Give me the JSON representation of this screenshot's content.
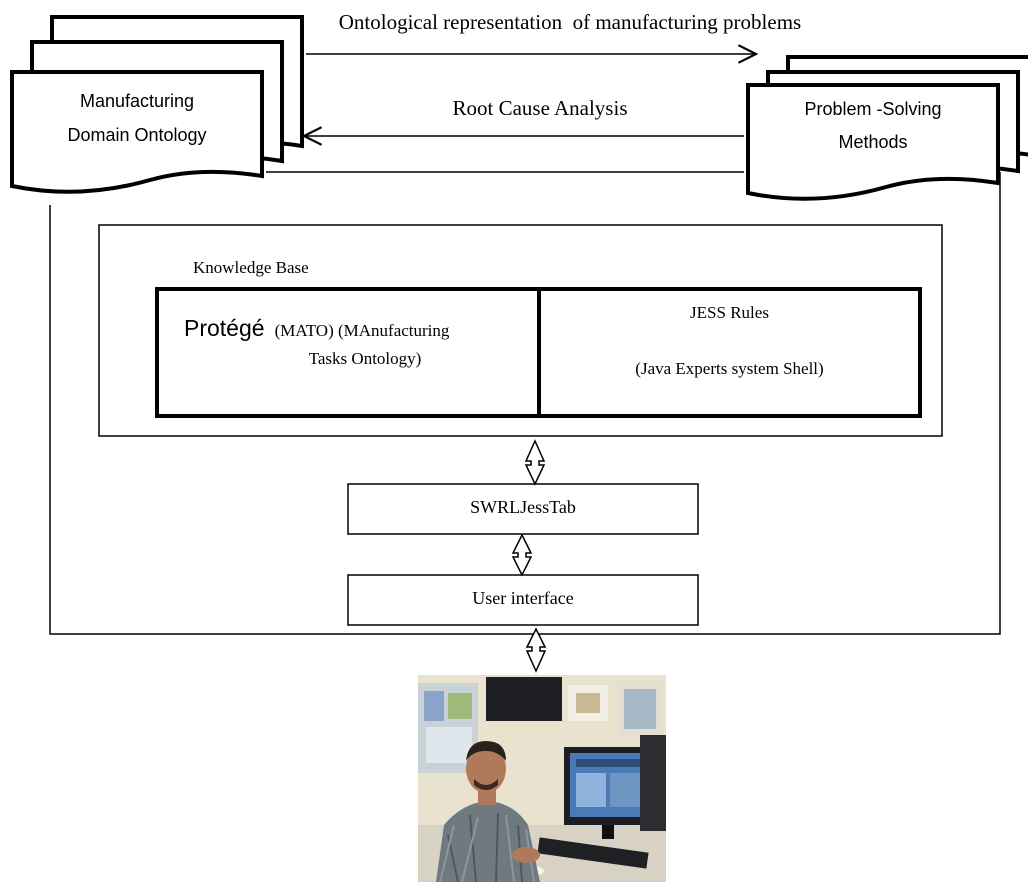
{
  "arrows": {
    "top_label": "Ontological representation  of manufacturing problems",
    "middle_label": "Root Cause Analysis"
  },
  "documents": {
    "left": {
      "line1": "Manufacturing",
      "line2": "Domain Ontology"
    },
    "right": {
      "line1": "Problem -Solving",
      "line2": "Methods"
    }
  },
  "knowledge_base": {
    "title": "Knowledge Base",
    "protege": {
      "name": "Protégé",
      "line1_rest": "(MATO) (MAnufacturing",
      "line2": "Tasks Ontology)"
    },
    "jess": {
      "title": "JESS Rules",
      "subtitle": "(Java Experts system Shell)"
    }
  },
  "swrl_box": "SWRLJessTab",
  "ui_box": "User interface",
  "photo": {
    "colors": {
      "wall": "#e9e2cf",
      "board": "#c9d2d6",
      "shirt": "#6f7a80",
      "skin": "#b07a5a",
      "desk": "#d8d2c4",
      "monitor": "#1d1f24",
      "screen": "#4a7bb6"
    }
  }
}
